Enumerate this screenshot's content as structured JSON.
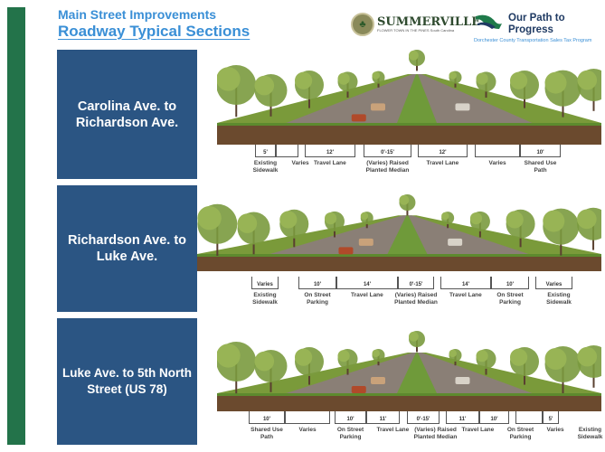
{
  "header": {
    "subtitle": "Main Street Improvements",
    "title": "Roadway Typical Sections"
  },
  "logos": {
    "summerville": "SUMMERVILLE",
    "summerville_tagline": "FLOWER TOWN IN THE PINES  South Carolina",
    "path_title": "Our Path to Progress",
    "path_subtitle": "Dorchester County Transportation Sales Tax Program"
  },
  "sections": [
    {
      "name": "Carolina Ave. to Richardson Ave.",
      "segments": [
        {
          "value": "5'",
          "label": "Existing Sidewalk"
        },
        {
          "value": "",
          "label": "Varies"
        },
        {
          "value": "12'",
          "label": "Travel Lane"
        },
        {
          "value": "0'-15'",
          "label": "(Varies) Raised Planted Median"
        },
        {
          "value": "12'",
          "label": "Travel Lane"
        },
        {
          "value": "",
          "label": "Varies"
        },
        {
          "value": "10'",
          "label": "Shared Use Path"
        }
      ]
    },
    {
      "name": "Richardson Ave. to Luke Ave.",
      "segments": [
        {
          "value": "Varies",
          "label": "Existing Sidewalk"
        },
        {
          "value": "10'",
          "label": "On Street Parking"
        },
        {
          "value": "14'",
          "label": "Travel Lane"
        },
        {
          "value": "0'-15'",
          "label": "(Varies) Raised Planted Median"
        },
        {
          "value": "14'",
          "label": "Travel Lane"
        },
        {
          "value": "10'",
          "label": "On Street Parking"
        },
        {
          "value": "Varies",
          "label": "Existing Sidewalk"
        }
      ]
    },
    {
      "name": "Luke Ave. to 5th North Street (US 78)",
      "segments": [
        {
          "value": "10'",
          "label": "Shared Use Path"
        },
        {
          "value": "",
          "label": "Varies"
        },
        {
          "value": "10'",
          "label": "On Street Parking"
        },
        {
          "value": "11'",
          "label": "Travel Lane"
        },
        {
          "value": "0'-15'",
          "label": "(Varies) Raised Planted Median"
        },
        {
          "value": "11'",
          "label": "Travel Lane"
        },
        {
          "value": "10'",
          "label": "On Street Parking"
        },
        {
          "value": "",
          "label": "Varies"
        },
        {
          "value": "5'",
          "label": "Existing Sidewalk"
        }
      ]
    }
  ]
}
